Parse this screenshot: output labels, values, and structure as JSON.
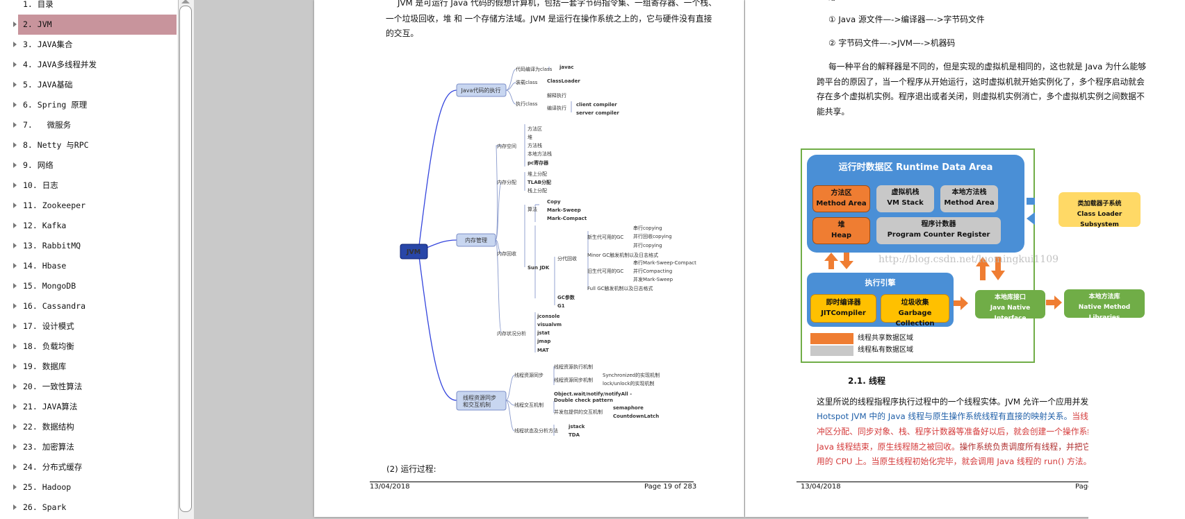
{
  "toc": {
    "items": [
      {
        "label": "1. 目录"
      },
      {
        "label": "2. JVM"
      },
      {
        "label": "3. JAVA集合"
      },
      {
        "label": "4. JAVA多线程并发"
      },
      {
        "label": "5. JAVA基础"
      },
      {
        "label": "6. Spring 原理"
      },
      {
        "label": "7.   微服务"
      },
      {
        "label": "8. Netty 与RPC"
      },
      {
        "label": "9. 网络"
      },
      {
        "label": "10. 日志"
      },
      {
        "label": "11. Zookeeper"
      },
      {
        "label": "12. Kafka"
      },
      {
        "label": "13. RabbitMQ"
      },
      {
        "label": "14. Hbase"
      },
      {
        "label": "15. MongoDB"
      },
      {
        "label": "16. Cassandra"
      },
      {
        "label": "17. 设计模式"
      },
      {
        "label": "18. 负载均衡"
      },
      {
        "label": "19. 数据库"
      },
      {
        "label": "20. 一致性算法"
      },
      {
        "label": "21. JAVA算法"
      },
      {
        "label": "22. 数据结构"
      },
      {
        "label": "23. 加密算法"
      },
      {
        "label": "24. 分布式缓存"
      },
      {
        "label": "25. Hadoop"
      },
      {
        "label": "26. Spark"
      }
    ],
    "selected_index": 1
  },
  "page1": {
    "para_lines": [
      "JVM 是可运行 Java 代码的假想计算机，包括一套字节码指令集、一组寄存器、一个栈、",
      "一个垃圾回收，堆 和 一个存储方法域。JVM 是运行在操作系统之上的，它与硬件没有直接",
      "的交互。"
    ],
    "mindmap": {
      "root": "JVM",
      "n_exec": "Java代码的执行",
      "exec_compile": "代码编译为class",
      "exec_javac": "javac",
      "exec_load": "装载class",
      "exec_loader": "ClassLoader",
      "exec_run": "执行class",
      "exec_interp": "解释执行",
      "exec_jit": "编译执行",
      "exec_client": "client compiler",
      "exec_server": "server compiler",
      "n_mem": "内存管理",
      "mem_space": "内存空间",
      "space_items": [
        "方法区",
        "堆",
        "方法栈",
        "本地方法栈",
        "pc寄存器"
      ],
      "mem_alloc": "内存分配",
      "alloc_items": [
        "堆上分配",
        "TLAB分配",
        "栈上分配"
      ],
      "mem_gc": "内存回收",
      "gc_algo": "算法",
      "algo_items": [
        "Copy",
        "Mark-Sweep",
        "Mark-Compact"
      ],
      "gc_sunjdk": "Sun JDK",
      "gc_gen": "分代回收",
      "gen_young": "新生代可用的GC",
      "young_items": [
        "串行copying",
        "并行回收copying",
        "并行copying"
      ],
      "gen_minor": "Minor GC触发机制以及日志格式",
      "gen_old": "旧生代可用的GC",
      "old_items": [
        "串行Mark-Sweep-Compact",
        "并行Compacting",
        "并发Mark-Sweep"
      ],
      "gen_full": "Full GC触发机制以及日志格式",
      "gc_param": "GC参数",
      "gc_g1": "G1",
      "mem_analysis": "内存状况分析",
      "analysis_items": [
        "jconsole",
        "visualvm",
        "jstat",
        "jmap",
        "MAT"
      ],
      "n_thread_1": "线程资源同步",
      "n_thread_2": "和交互机制",
      "th_sync": "线程资源同步",
      "th_sync_exec": "线程资源执行机制",
      "th_sync_mech": "线程资源同步机制",
      "th_synchronized": "Synchronized的实现机制",
      "th_lock": "lock/unlock的实现机制",
      "th_interact": "线程交互机制",
      "th_wait_1": "Object.wait/notify/notifyAll -",
      "th_wait_2": "Double check pattern",
      "th_concurrent": "并发包提供的交互机制",
      "th_sema": "semaphore",
      "th_latch": "CountdownLatch",
      "th_status": "线程状态及分析方法",
      "th_jstack": "jstack",
      "th_tda": "TDA"
    },
    "subheading": "(2) 运行过程:",
    "footer_date": "13/04/2018",
    "footer_page": "Page 19 of 283"
  },
  "page2": {
    "top_cut": "结：",
    "step1": "① Java 源文件—->编译器—->字节码文件",
    "step2": "② 字节码文件—->JVM—->机器码",
    "para_lines": [
      "每一种平台的解释器是不同的，但是实现的虚拟机是相同的，这也就是 Java 为什么能够",
      "跨平台的原因了，当一个程序从开始运行，这时虚拟机就开始实例化了，多个程序启动就会",
      "存在多个虚拟机实例。程序退出或者关闭，则虚拟机实例消亡，多个虚拟机实例之间数据不",
      "能共享。"
    ],
    "diagram": {
      "runtime_title": "运行时数据区  Runtime Data Area",
      "method_area_cn": "方法区",
      "method_area_en": "Method Area",
      "vm_stack_cn": "虚拟机栈",
      "vm_stack_en": "VM Stack",
      "native_stack_cn": "本地方法栈",
      "native_stack_en": "Method Area",
      "heap_cn": "堆",
      "heap_en": "Heap",
      "pc_cn": "程序计数器",
      "pc_en": "Program Counter Register",
      "classloader_cn": "类加载器子系统",
      "classloader_en": "Class Loader Subsystem",
      "watermark": "http://blog.csdn.net/luomingkui1109",
      "engine_title": "执行引擎",
      "jit_cn": "即时编译器",
      "jit_en": "JITCompiler",
      "gc_cn": "垃圾收集",
      "gc_en": "Garbage Collection",
      "jni_cn": "本地库接口",
      "jni_en": "Java Native Interface",
      "native_lib_cn": "本地方法库",
      "native_lib_en": "Native Method Libraries",
      "legend_shared": "线程共享数据区域",
      "legend_private": "线程私有数据区域",
      "colors": {
        "frame": "#70ad47",
        "runtime_blue": "#4a8fd6",
        "orange": "#ef7d32",
        "gray": "#c8c8c8",
        "yellow": "#ffc000",
        "green": "#70ad47"
      }
    },
    "section_title": "2.1. 线程",
    "line1": "这里所说的线程指程序执行过程中的一个线程实体。JVM 允许一个应用并发执行多",
    "line2_blue": "Hotspot JVM 中的 Java 线程与原生操作系统线程有直接的映射关系。",
    "line2_red": "当线程本地",
    "line3": "冲区分配、同步对象、栈、程序计数器等准备好以后，就会创建一个操作系统原",
    "line4_red1": "Java 线程结束，原生线程随之被回收。",
    "line4_red2": "操作系统负责调度所有线程，并把它们分配",
    "line5": "用的 CPU 上。当原生线程初始化完毕，就会调用 Java 线程的 run() 方法。当线程",
    "footer_date": "13/04/2018",
    "footer_page": "Page"
  }
}
